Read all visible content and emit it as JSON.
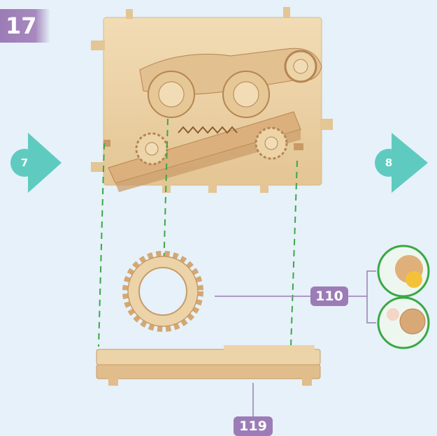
{
  "step": {
    "number": "17"
  },
  "nav": {
    "prev_step": "7",
    "next_step": "8"
  },
  "parts": {
    "gear_label": "110",
    "rail_label": "119"
  },
  "colors": {
    "background": "#e6f1f9",
    "accent_purple": "#9c7cb6",
    "arrow_teal": "#5fcbc0",
    "wood": "#ecd3a8",
    "wood_dark": "#c89a68",
    "guide_green": "#3aa845"
  },
  "icons": [
    "prev-step-arrow-icon",
    "next-step-arrow-icon",
    "gear-icon",
    "magnifier-detail-icon"
  ]
}
